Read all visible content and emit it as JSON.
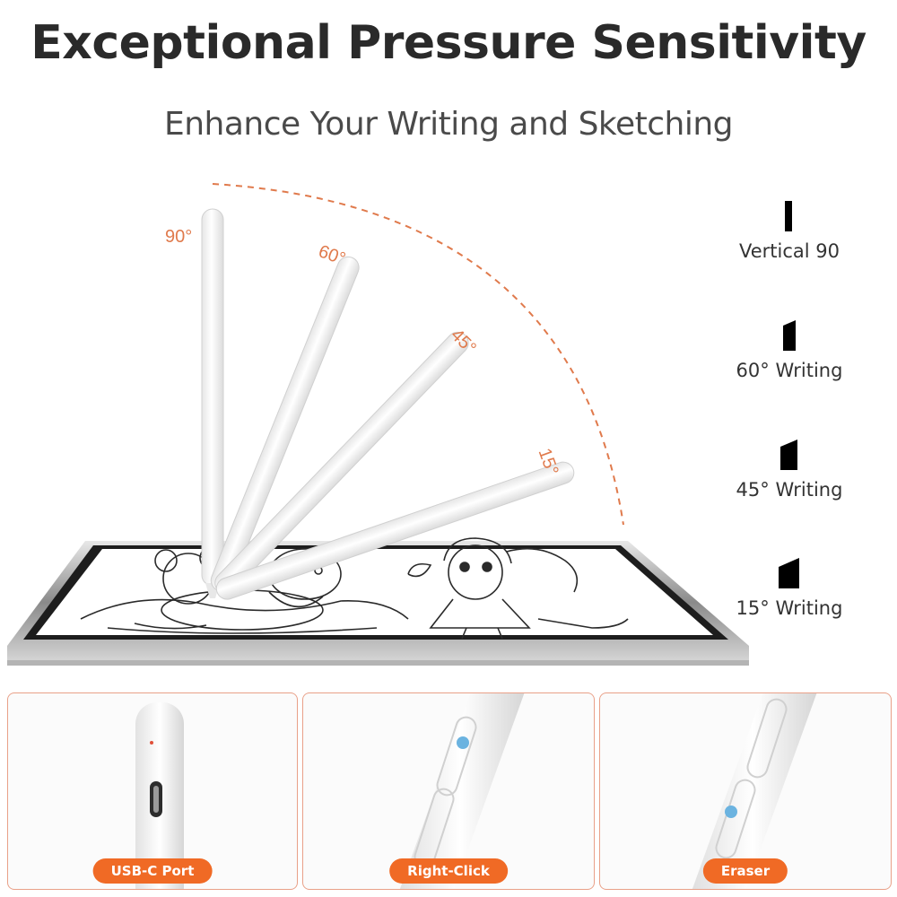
{
  "header": {
    "title": "Exceptional Pressure Sensitivity",
    "subtitle": "Enhance Your Writing and Sketching"
  },
  "angles": {
    "a90": "90°",
    "a60": "60°",
    "a45": "45°",
    "a15": "15°"
  },
  "legend": [
    {
      "label": "Vertical 90"
    },
    {
      "label": "60° Writing"
    },
    {
      "label": "45° Writing"
    },
    {
      "label": "15° Writing"
    }
  ],
  "features": [
    {
      "label": "USB-C Port"
    },
    {
      "label": "Right-Click"
    },
    {
      "label": "Eraser"
    }
  ],
  "colors": {
    "accent": "#f06a25",
    "arc": "#e07a4c",
    "button_dot": "#6bb3e0"
  }
}
